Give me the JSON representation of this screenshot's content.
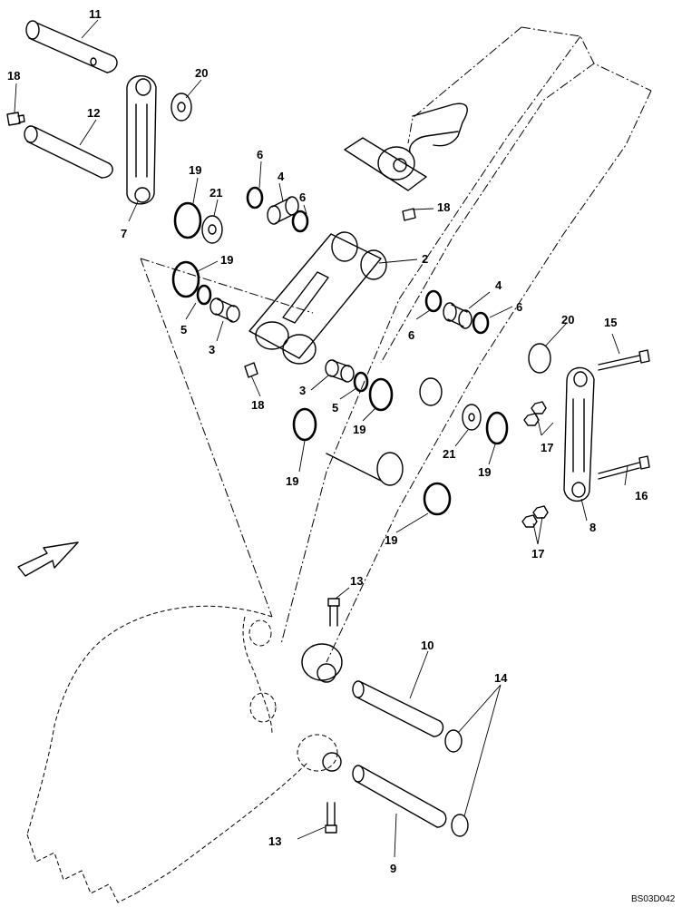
{
  "diagram": {
    "reference_code": "BS03D042",
    "front_arrow_icon": "arrow-down-left-icon",
    "callouts": [
      {
        "id": "c11",
        "text": "11"
      },
      {
        "id": "c18a",
        "text": "18"
      },
      {
        "id": "c20a",
        "text": "20"
      },
      {
        "id": "c12",
        "text": "12"
      },
      {
        "id": "c19a",
        "text": "19"
      },
      {
        "id": "c6a",
        "text": "6"
      },
      {
        "id": "c4a",
        "text": "4"
      },
      {
        "id": "c6b",
        "text": "6"
      },
      {
        "id": "c21a",
        "text": "21"
      },
      {
        "id": "c7",
        "text": "7"
      },
      {
        "id": "c18b",
        "text": "18"
      },
      {
        "id": "c19b",
        "text": "19"
      },
      {
        "id": "c2",
        "text": "2"
      },
      {
        "id": "c5a",
        "text": "5"
      },
      {
        "id": "c3a",
        "text": "3"
      },
      {
        "id": "c4b",
        "text": "4"
      },
      {
        "id": "c6c",
        "text": "6"
      },
      {
        "id": "c6d",
        "text": "6"
      },
      {
        "id": "c20b",
        "text": "20"
      },
      {
        "id": "c15",
        "text": "15"
      },
      {
        "id": "c18c",
        "text": "18"
      },
      {
        "id": "c3b",
        "text": "3"
      },
      {
        "id": "c5b",
        "text": "5"
      },
      {
        "id": "c19c",
        "text": "19"
      },
      {
        "id": "c17a",
        "text": "17"
      },
      {
        "id": "c21b",
        "text": "21"
      },
      {
        "id": "c19d",
        "text": "19"
      },
      {
        "id": "c19e",
        "text": "19"
      },
      {
        "id": "c16",
        "text": "16"
      },
      {
        "id": "c8",
        "text": "8"
      },
      {
        "id": "c19f",
        "text": "19"
      },
      {
        "id": "c17b",
        "text": "17"
      },
      {
        "id": "c13a",
        "text": "13"
      },
      {
        "id": "c10",
        "text": "10"
      },
      {
        "id": "c14",
        "text": "14"
      },
      {
        "id": "c13b",
        "text": "13"
      },
      {
        "id": "c9",
        "text": "9"
      }
    ]
  }
}
